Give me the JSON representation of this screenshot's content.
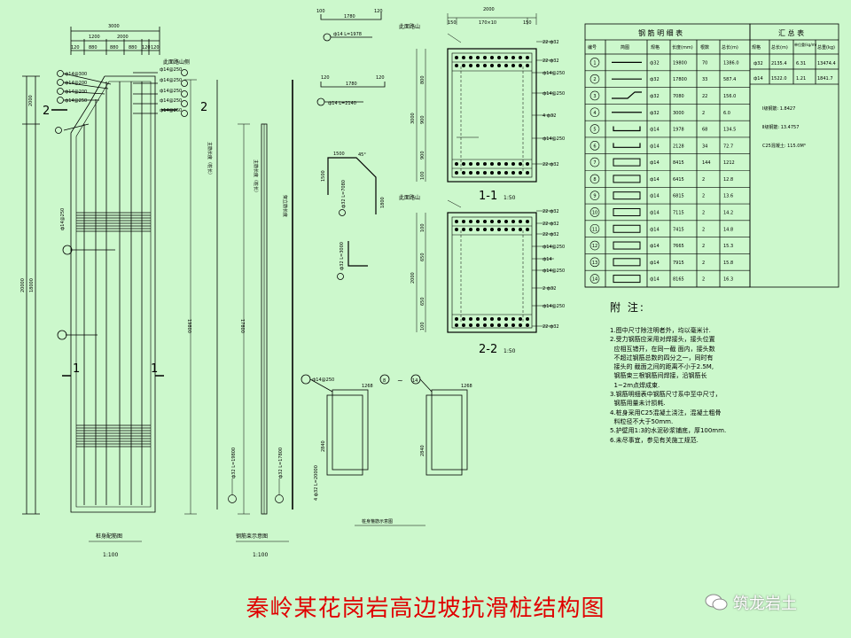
{
  "caption": "秦岭某花岗岩高边坡抗滑桩结构图",
  "brand": "筑龙岩土",
  "left_elevation": {
    "top_dims": [
      "3000",
      "1200",
      "2000",
      "120",
      "880",
      "880",
      "880",
      "120",
      "120"
    ],
    "side_dims": [
      "2000",
      "20000",
      "18000"
    ],
    "slope_label": "此面路山侧",
    "section_marks": [
      "2",
      "2",
      "1",
      "1"
    ],
    "callouts": [
      "ф14@300",
      "ф14@200",
      "ф14@200",
      "ф14@250",
      "ф14@250",
      "ф14@250",
      "ф14@250",
      "ф14@250",
      "ф14@250",
      "ф14@250"
    ],
    "caption": "桩身配筋图",
    "scale": "1:100"
  },
  "bars": {
    "labels": [
      "主筋长度（桩长）",
      "主筋长度（桩长）",
      "架立筋长度"
    ],
    "dims": [
      "19800",
      "17800"
    ],
    "bottom_labels": [
      "ф32 L=19800",
      "ф32 L=17800",
      "4 ф32 L=20000"
    ],
    "caption": "钢筋束示意图",
    "scale": "1:100"
  },
  "details": {
    "bar8_dims": [
      "100",
      "1780",
      "120"
    ],
    "bar8_label": "ф14 L=1978",
    "bar9_dims": [
      "120",
      "1780",
      "120"
    ],
    "bar9_label": "ф14 L=2140",
    "bent_dims": [
      "1500",
      "1500",
      "1800",
      "45°"
    ],
    "bent_labels": [
      "ф32 L=7080",
      "ф32 L=3000"
    ],
    "stirrup_labels": [
      "ф14@250",
      "1268",
      "1268",
      "2840",
      "2840"
    ],
    "stirrup_range": [
      "8",
      "~",
      "14"
    ],
    "stirrup_caption": "桩身箍筋示意图"
  },
  "section1": {
    "title": "1-1",
    "scale": "1:50",
    "side_label": "此面路山",
    "top_dims": [
      "2000",
      "150",
      "170×10",
      "150"
    ],
    "side_dims": [
      "3000",
      "800",
      "900",
      "900",
      "100"
    ],
    "callouts": [
      "22 ф32",
      "22 ф32",
      "ф14@250",
      "ф14@250",
      "4 ф32",
      "ф14@250",
      "22 ф32"
    ]
  },
  "section2": {
    "title": "2-2",
    "scale": "1:50",
    "side_label": "此面路山",
    "side_dims": [
      "2000",
      "100",
      "650",
      "650",
      "100"
    ],
    "callouts": [
      "22 ф32",
      "22 ф32",
      "22 ф32",
      "ф14@250",
      "ф14",
      "ф14@250",
      "2 ф32",
      "ф14@250",
      "22 ф32"
    ]
  },
  "steel_table": {
    "title": "钢 筋 明 细 表",
    "headers": [
      "编号",
      "简图",
      "规格",
      "长度(mm)",
      "根数",
      "总长(m)"
    ],
    "rows": [
      {
        "no": "1",
        "shape": "line",
        "spec": "ф32",
        "len": "19800",
        "cnt": "70",
        "total": "1386.0"
      },
      {
        "no": "2",
        "shape": "line",
        "spec": "ф32",
        "len": "17800",
        "cnt": "33",
        "total": "587.4"
      },
      {
        "no": "3",
        "shape": "bent",
        "spec": "ф32",
        "len": "7080",
        "cnt": "22",
        "total": "156.0"
      },
      {
        "no": "4",
        "shape": "line",
        "spec": "ф32",
        "len": "3000",
        "cnt": "2",
        "total": "6.0"
      },
      {
        "no": "5",
        "shape": "hook",
        "spec": "ф14",
        "len": "1978",
        "cnt": "68",
        "total": "134.5"
      },
      {
        "no": "6",
        "shape": "hook",
        "spec": "ф14",
        "len": "2128",
        "cnt": "34",
        "total": "72.7"
      },
      {
        "no": "7",
        "shape": "rect",
        "spec": "ф14",
        "len": "8415",
        "cnt": "144",
        "total": "1212"
      },
      {
        "no": "8",
        "shape": "rect",
        "spec": "ф14",
        "len": "6415",
        "cnt": "2",
        "total": "12.8"
      },
      {
        "no": "9",
        "shape": "rect",
        "spec": "ф14",
        "len": "6815",
        "cnt": "2",
        "total": "13.6"
      },
      {
        "no": "10",
        "shape": "rect",
        "spec": "ф14",
        "len": "7115",
        "cnt": "2",
        "total": "14.2"
      },
      {
        "no": "11",
        "shape": "rect",
        "spec": "ф14",
        "len": "7415",
        "cnt": "2",
        "total": "14.8"
      },
      {
        "no": "12",
        "shape": "rect",
        "spec": "ф14",
        "len": "7665",
        "cnt": "2",
        "total": "15.3"
      },
      {
        "no": "13",
        "shape": "rect",
        "spec": "ф14",
        "len": "7915",
        "cnt": "2",
        "total": "15.8"
      },
      {
        "no": "14",
        "shape": "rect",
        "spec": "ф14",
        "len": "8165",
        "cnt": "2",
        "total": "16.3"
      }
    ]
  },
  "summary_table": {
    "title": "汇 总 表",
    "headers": [
      "规格",
      "总长(m)",
      "单位重(kg/m)",
      "总重(kg)"
    ],
    "rows": [
      {
        "spec": "ф32",
        "total": "2135.4",
        "unit": "6.31",
        "weight": "13474.4"
      },
      {
        "spec": "ф14",
        "total": "1522.0",
        "unit": "1.21",
        "weight": "1841.7"
      }
    ],
    "notes": [
      "Ⅰ级钢筋: 1.8427",
      "Ⅱ级钢筋: 13.4757",
      "C25混凝土: 115.0M³"
    ]
  },
  "notes": {
    "title": "附 注:",
    "lines": [
      "1.图中尺寸除注明者外，均以毫米计.",
      "2.受力钢筋应采用对焊接头，接头位置",
      "  应相互错开，在同一截 面内，接头数",
      "  不超过钢筋总数的四分之一，同时有",
      "  接头的 截面之间的距离不小于2.5M,",
      "  钢筋束三根钢筋间焊接，沿钢筋长",
      "  1~2m点焊成束.",
      "3.钢筋明细表中钢筋尺寸系中至中尺寸，",
      "  钢筋用量未计损耗.",
      "4.桩身采用C25混凝土浇注，混凝土粗骨",
      "  料粒径不大于50mm.",
      "5.护壁用1:3的水泥砂浆铺底，厚100mm.",
      "6.未尽事宜，参见有关施工规范."
    ]
  }
}
